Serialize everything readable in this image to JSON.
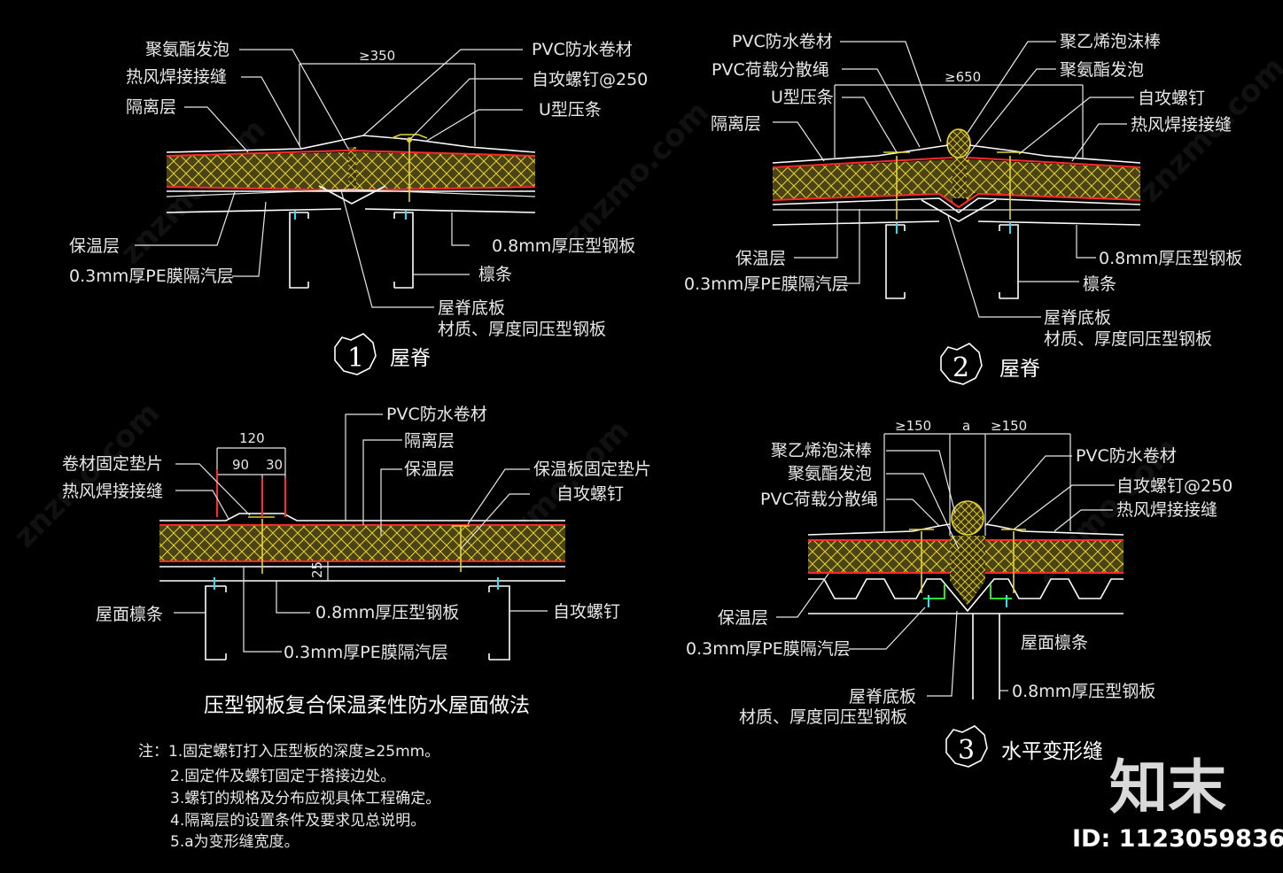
{
  "detail1": {
    "num": "1",
    "title": "屋脊",
    "dim": "≥350",
    "labels": {
      "pu_foam": "聚氨酯发泡",
      "weld": "热风焊接接缝",
      "isolation": "隔离层",
      "insulation": "保温层",
      "pe_film": "0.3mm厚PE膜隔汽层",
      "pvc": "PVC防水卷材",
      "screw": "自攻螺钉@250",
      "u_strip": "U型压条",
      "steel": "0.8mm厚压型钢板",
      "purlin": "檩条",
      "ridge_1": "屋脊底板",
      "ridge_2": "材质、厚度同压型钢板"
    }
  },
  "detail2": {
    "num": "2",
    "title": "屋脊",
    "dim": "≥650",
    "labels": {
      "pvc": "PVC防水卷材",
      "rope": "PVC荷载分散绳",
      "u_strip": "U型压条",
      "isolation": "隔离层",
      "pe_rod": "聚乙烯泡沫棒",
      "pu_foam": "聚氨酯发泡",
      "screw": "自攻螺钉",
      "weld": "热风焊接接缝",
      "insulation": "保温层",
      "pe_film": "0.3mm厚PE膜隔汽层",
      "steel": "0.8mm厚压型钢板",
      "purlin": "檩条",
      "ridge_1": "屋脊底板",
      "ridge_2": "材质、厚度同压型钢板"
    }
  },
  "detail_main": {
    "title": "压型钢板复合保温柔性防水屋面做法",
    "dims": {
      "d120": "120",
      "d90": "90",
      "d30": "30",
      "d25": "25"
    },
    "labels": {
      "pvc": "PVC防水卷材",
      "isolation": "隔离层",
      "insulation": "保温层",
      "pad": "卷材固定垫片",
      "weld": "热风焊接接缝",
      "board_pad": "保温板固定垫片",
      "screw": "自攻螺钉",
      "purlin": "屋面檩条",
      "steel": "0.8mm厚压型钢板",
      "screw2": "自攻螺钉",
      "pe_film": "0.3mm厚PE膜隔汽层"
    }
  },
  "detail3": {
    "num": "3",
    "title": "水平变形缝",
    "dims": {
      "left": "≥150",
      "mid": "a",
      "right": "≥150"
    },
    "labels": {
      "pe_rod": "聚乙烯泡沫棒",
      "pu_foam": "聚氨酯发泡",
      "rope": "PVC荷载分散绳",
      "pvc": "PVC防水卷材",
      "screw": "自攻螺钉@250",
      "weld": "热风焊接接缝",
      "insulation": "保温层",
      "pe_film": "0.3mm厚PE膜隔汽层",
      "purlin": "屋面檩条",
      "ridge_1": "屋脊底板",
      "ridge_2": "材质、厚度同压型钢板",
      "steel": "0.8mm厚压型钢板"
    }
  },
  "notes": [
    "注：1.固定螺钉打入压型板的深度≥25mm。",
    "2.固定件及螺钉固定于搭接边处。",
    "3.螺钉的规格及分布应视具体工程确定。",
    "4.隔离层的设置条件及要求见总说明。",
    "5.a为变形缝宽度。"
  ],
  "watermark": {
    "brand": "知末",
    "id": "ID: 1123059836",
    "tile": "znzmo.com"
  },
  "colors": {
    "background": "#000000",
    "insulation_fill": "#4a4318",
    "insulation_hatch": "#e6d22a",
    "membrane_red": "#ff2a2a",
    "screw_cyan": "#25e0ff",
    "joint_green": "#2ee22e"
  }
}
